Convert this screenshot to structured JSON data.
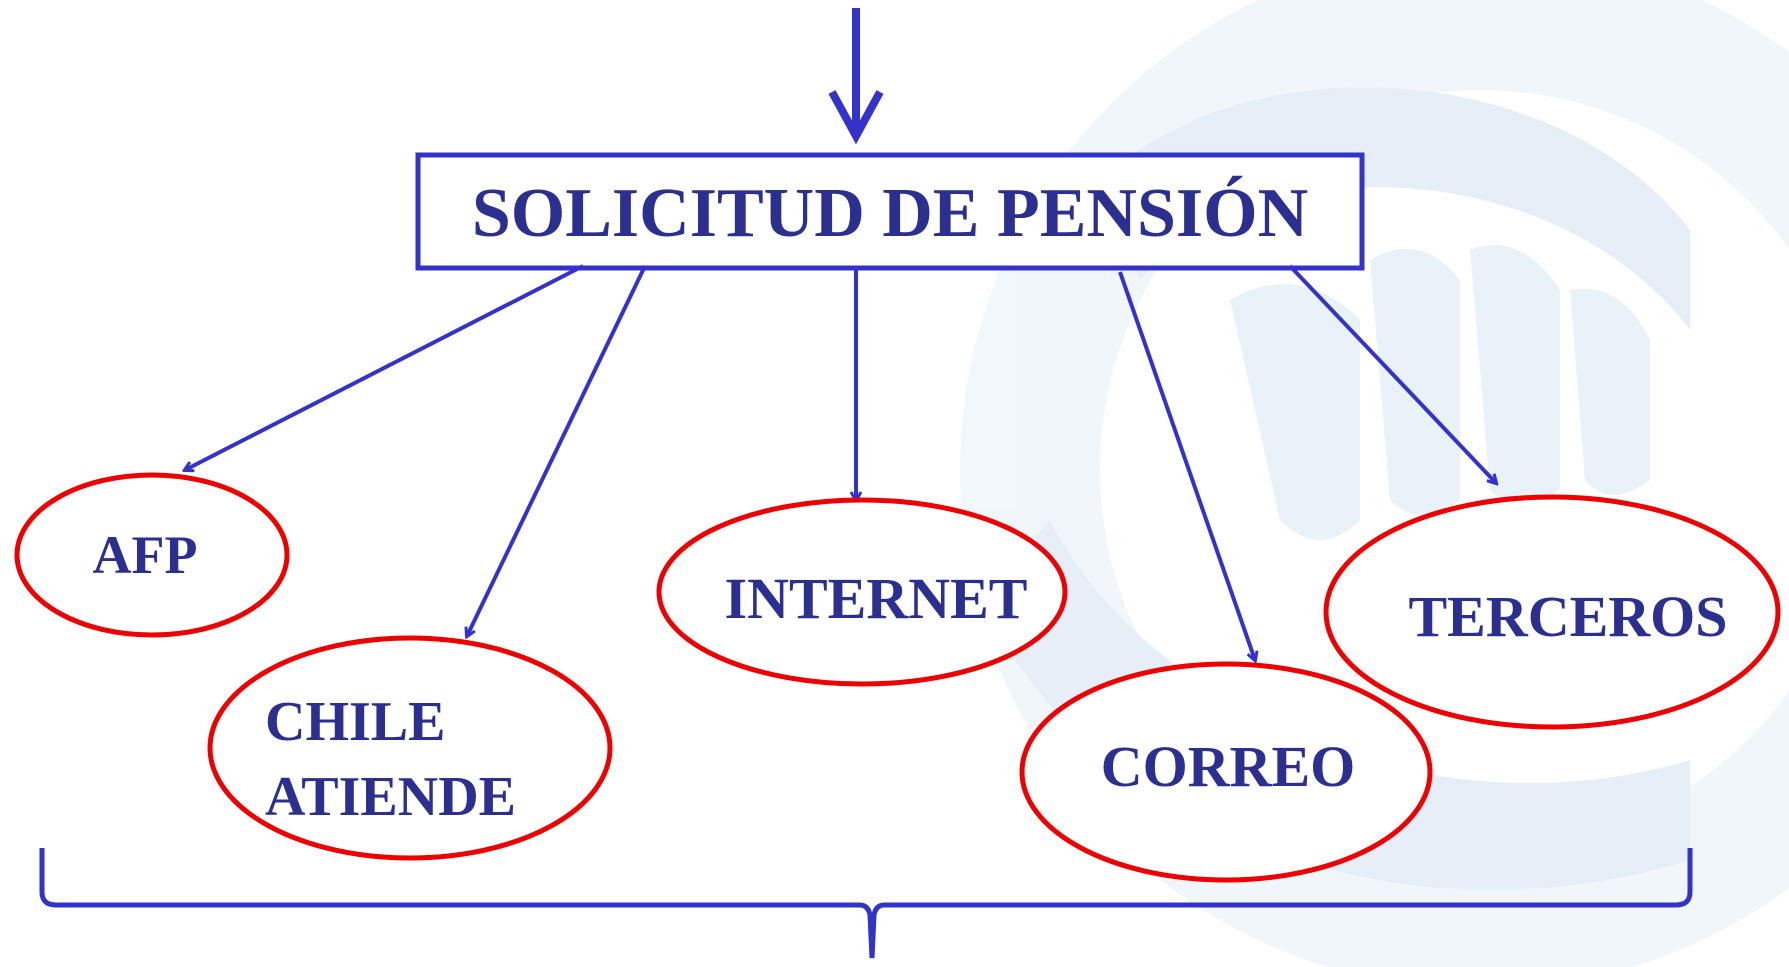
{
  "diagram": {
    "title": "SOLICITUD DE PENSIÓN",
    "nodes": [
      {
        "id": "afp",
        "lines": [
          "AFP"
        ]
      },
      {
        "id": "chile-atiende",
        "lines": [
          "CHILE",
          "ATIENDE"
        ]
      },
      {
        "id": "internet",
        "lines": [
          "INTERNET"
        ]
      },
      {
        "id": "correo",
        "lines": [
          "CORREO"
        ]
      },
      {
        "id": "terceros",
        "lines": [
          "TERCEROS"
        ]
      }
    ]
  },
  "colors": {
    "text": "#2b2f8f",
    "arrow": "#3333cc",
    "ellipse_border": "#ee0000",
    "box_border": "#3333cc",
    "watermark": "#e6f0f8"
  },
  "icons": {
    "background": "hand-watermark-icon"
  }
}
